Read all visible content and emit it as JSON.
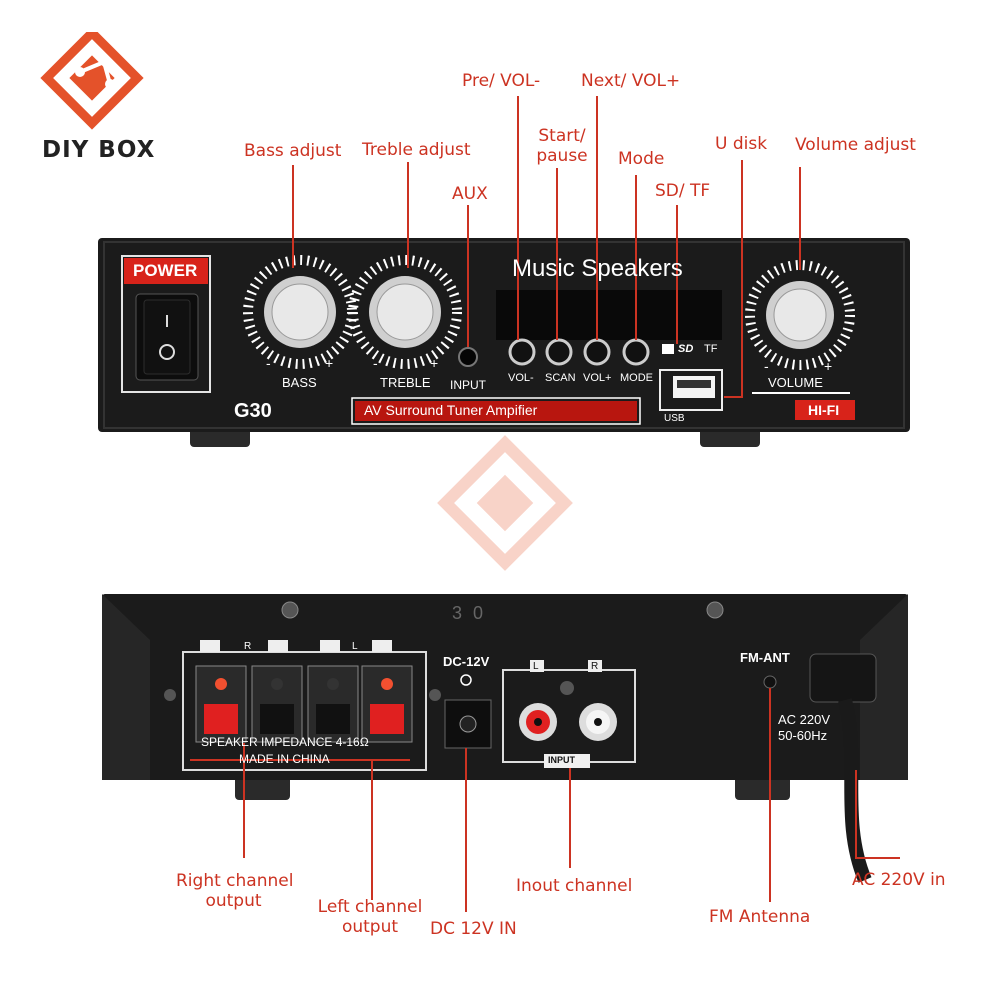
{
  "brand": {
    "name": "DIY BOX"
  },
  "front_panel": {
    "power_label": "POWER",
    "title": "Music Speakers",
    "bass_label": "BASS",
    "treble_label": "TREBLE",
    "input_label": "INPUT",
    "volume_label": "VOLUME",
    "buttons": [
      "VOL-",
      "SCAN",
      "VOL+",
      "MODE"
    ],
    "sd_label": "SD",
    "tf_label": "TF",
    "usb_label": "USB",
    "model": "G30",
    "subtitle": "AV Surround Tuner Ampifier",
    "hifi": "HI-FI",
    "minus": "-",
    "plus": "+"
  },
  "rear_panel": {
    "model_faint": "3 0",
    "dc_label": "DC-12V",
    "speaker_impedance": "SPEAKER IMPEDANCE 4-16Ω",
    "made_in": "MADE IN CHINA",
    "fm_ant": "FM-ANT",
    "ac_line1": "AC 220V",
    "ac_line2": "50-60Hz",
    "input_label": "INPUT",
    "l": "L",
    "r": "R"
  },
  "callouts": {
    "bass_adjust": "Bass adjust",
    "treble_adjust": "Treble adjust",
    "aux": "AUX",
    "pre_vol": "Pre/ VOL-",
    "start_pause_1": "Start/",
    "start_pause_2": "pause",
    "next_vol": "Next/ VOL+",
    "mode": "Mode",
    "sd_tf": "SD/ TF",
    "u_disk": "U disk",
    "volume_adjust": "Volume adjust",
    "right_channel_1": "Right channel",
    "right_channel_2": "output",
    "left_channel_1": "Left channel",
    "left_channel_2": "output",
    "dc_in": "DC 12V IN",
    "input_channel": "Inout channel",
    "fm_antenna": "FM Antenna",
    "ac_in": "AC 220V in"
  },
  "colors": {
    "accent": "#cc3322",
    "panel": "#1b1b1b",
    "logo": "#e4522a"
  }
}
